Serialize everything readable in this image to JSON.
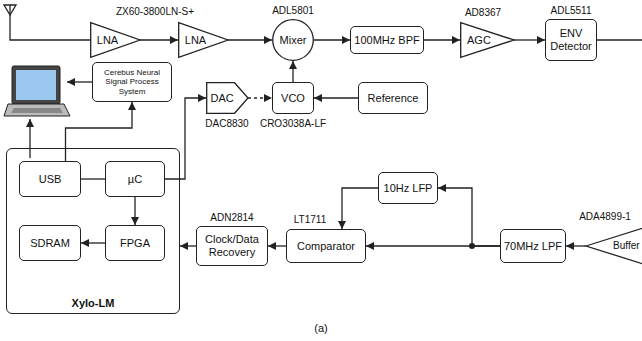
{
  "diagram": {
    "caption": "(a)",
    "nodes": [
      {
        "text": [
          "LNA"
        ]
      },
      {
        "text": [
          "LNA"
        ]
      },
      {
        "text": [
          "Mixer"
        ]
      },
      {
        "text": [
          "100MHz BPF"
        ]
      },
      {
        "text": [
          "AGC"
        ]
      },
      {
        "text": [
          "ENV Detector"
        ]
      },
      {
        "text": [
          "Buffer"
        ]
      },
      {
        "text": [
          "70MHz LPF"
        ]
      },
      {
        "text": [
          "10Hz LFP"
        ]
      },
      {
        "text": [
          "Comparator"
        ]
      },
      {
        "text": [
          "Clock/Data Recovery"
        ]
      },
      {
        "text": [
          "Xylo-LM"
        ]
      },
      {
        "text": [
          "USB"
        ],
        "in": 11
      },
      {
        "text": [
          "µC"
        ],
        "in": 11
      },
      {
        "text": [
          "SDRAM"
        ],
        "in": 11
      },
      {
        "text": [
          "FPGA"
        ],
        "in": 11
      },
      {
        "text": [
          "DAC"
        ]
      },
      {
        "text": [
          "VCO"
        ]
      },
      {
        "text": [
          "Reference"
        ]
      },
      {
        "text": [
          "Cerebus Neural Signal Process System"
        ]
      }
    ],
    "edges": [
      {
        "from": 0,
        "to": 1,
        "arrow": "to"
      },
      {
        "from": 1,
        "to": 2,
        "arrow": "to"
      },
      {
        "from": 2,
        "to": 3,
        "arrow": "to"
      },
      {
        "from": 3,
        "to": 4,
        "arrow": "to"
      },
      {
        "from": 4,
        "to": 5,
        "arrow": "to"
      },
      {
        "from": 6,
        "to": 7,
        "arrow": "to"
      },
      {
        "from": 7,
        "to": 9,
        "arrow": "to"
      },
      {
        "from": 7,
        "to": 8,
        "arrow": "to"
      },
      {
        "from": 8,
        "to": 9,
        "arrow": "to"
      },
      {
        "from": 9,
        "to": 10,
        "arrow": "to"
      },
      {
        "from": 10,
        "to": 11,
        "arrow": "to"
      },
      {
        "from": 12,
        "to": 13,
        "arrow": "none"
      },
      {
        "from": 13,
        "to": 15,
        "arrow": "to"
      },
      {
        "from": 15,
        "to": 14,
        "arrow": "to"
      },
      {
        "from": 13,
        "to": 16,
        "arrow": "to"
      },
      {
        "from": 16,
        "to": 17,
        "arrow": "to"
      },
      {
        "from": 18,
        "to": 17,
        "arrow": "to"
      },
      {
        "from": 17,
        "to": 2,
        "arrow": "to"
      },
      {
        "from": 12,
        "to": 19,
        "arrow": "to"
      }
    ],
    "labels": [
      "ZX60-3800LN-S+",
      "ADL5801",
      "AD8367",
      "ADL5511",
      "DAC8830",
      "CRO3038A-LF",
      "ADN2814",
      "LT1711",
      "ADA4899-1"
    ]
  }
}
